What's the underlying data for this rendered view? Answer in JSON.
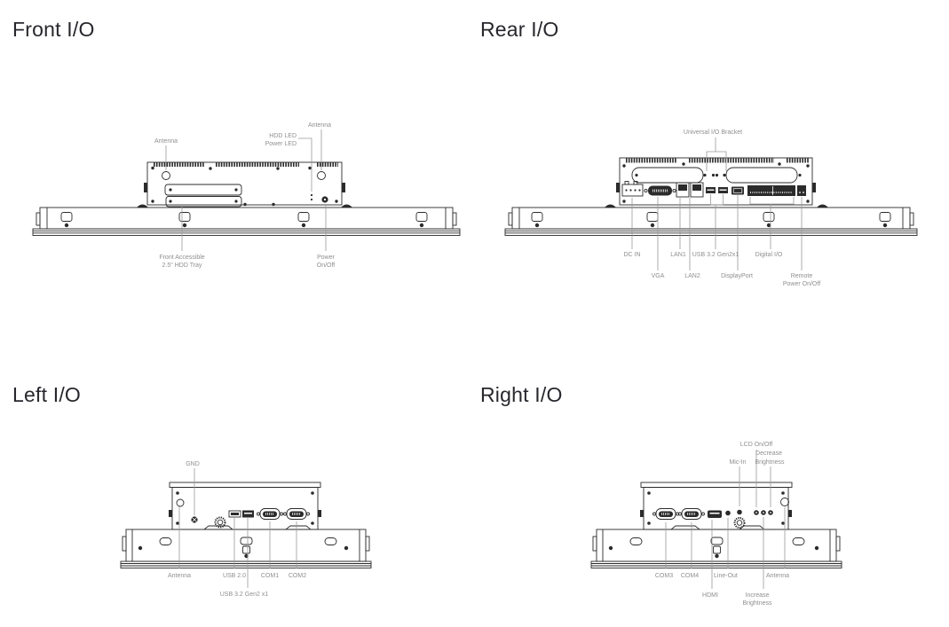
{
  "colors": {
    "title": "#28272d",
    "label": "#8f8f8f",
    "line": "#2b2b2b",
    "leader": "#9a9a9a",
    "background": "#ffffff"
  },
  "sections": {
    "front": {
      "title": "Front I/O",
      "labels": {
        "antenna_left": "Antenna",
        "antenna_right": "Antenna",
        "hdd_led": "HDD LED",
        "power_led": "Power LED",
        "hdd_tray": [
          "Front Accessible",
          "2.5\" HDD Tray"
        ],
        "power_onoff": [
          "Power",
          "On/Off"
        ]
      }
    },
    "rear": {
      "title": "Rear I/O",
      "labels": {
        "universal_bracket": "Universal I/O Bracket",
        "dc_in": "DC IN",
        "vga": "VGA",
        "lan1": "LAN1",
        "lan2": "LAN2",
        "usb32": "USB 3.2 Gen2x1",
        "displayport": "DisplayPort",
        "digital_io": "Digital I/O",
        "remote": [
          "Remote",
          "Power On/Off"
        ]
      }
    },
    "left": {
      "title": "Left I/O",
      "labels": {
        "gnd": "GND",
        "antenna": "Antenna",
        "usb20": "USB 2.0",
        "com1": "COM1",
        "com2": "COM2",
        "usb32": "USB 3.2 Gen2 x1"
      }
    },
    "right": {
      "title": "Right I/O",
      "labels": {
        "lcd_onoff": "LCD On/Off",
        "decrease": [
          "Decrease",
          "Brightness"
        ],
        "mic_in": "Mic-In",
        "com3": "COM3",
        "com4": "COM4",
        "line_out": "Line-Out",
        "antenna": "Antenna",
        "hdmi": "HDMI",
        "increase": [
          "Increase",
          "Brightness"
        ]
      }
    }
  }
}
